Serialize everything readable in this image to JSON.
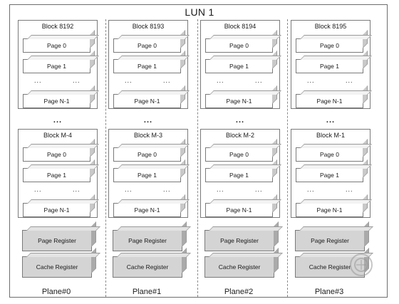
{
  "lun_title": "LUN 1",
  "planes": [
    {
      "label": "Plane#0",
      "top_block": {
        "title": "Block 8192",
        "pages": [
          "Page 0",
          "Page 1",
          "Page N-1"
        ]
      },
      "bottom_block": {
        "title": "Block M-4",
        "pages": [
          "Page 0",
          "Page 1",
          "Page N-1"
        ]
      },
      "page_register": "Page Register",
      "cache_register": "Cache Register"
    },
    {
      "label": "Plane#1",
      "top_block": {
        "title": "Block 8193",
        "pages": [
          "Page 0",
          "Page 1",
          "Page N-1"
        ]
      },
      "bottom_block": {
        "title": "Block M-3",
        "pages": [
          "Page 0",
          "Page 1",
          "Page N-1"
        ]
      },
      "page_register": "Page Register",
      "cache_register": "Cache Register"
    },
    {
      "label": "Plane#2",
      "top_block": {
        "title": "Block 8194",
        "pages": [
          "Page 0",
          "Page 1",
          "Page N-1"
        ]
      },
      "bottom_block": {
        "title": "Block M-2",
        "pages": [
          "Page 0",
          "Page 1",
          "Page N-1"
        ]
      },
      "page_register": "Page Register",
      "cache_register": "Cache Register"
    },
    {
      "label": "Plane#3",
      "top_block": {
        "title": "Block 8195",
        "pages": [
          "Page 0",
          "Page 1",
          "Page N-1"
        ]
      },
      "bottom_block": {
        "title": "Block M-1",
        "pages": [
          "Page 0",
          "Page 1",
          "Page N-1"
        ]
      },
      "page_register": "Page Register",
      "cache_register": "Cache Register"
    }
  ],
  "ellipsis": "...",
  "between_blocks_ellipsis": "...",
  "watermark_icon": "circular-logo-icon"
}
